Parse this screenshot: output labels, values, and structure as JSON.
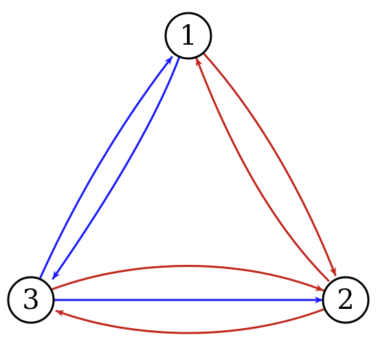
{
  "graph": {
    "nodes": [
      {
        "id": "1",
        "label": "1"
      },
      {
        "id": "2",
        "label": "2"
      },
      {
        "id": "3",
        "label": "3"
      }
    ],
    "edges": [
      {
        "id": "e-3-1",
        "from": "3",
        "to": "1",
        "color": "#1a1aff"
      },
      {
        "id": "e-1-3",
        "from": "1",
        "to": "3",
        "color": "#1a1aff"
      },
      {
        "id": "e-3-2-straight",
        "from": "3",
        "to": "2",
        "color": "#1a1aff"
      },
      {
        "id": "e-1-2",
        "from": "1",
        "to": "2",
        "color": "#c0281e"
      },
      {
        "id": "e-2-1",
        "from": "2",
        "to": "1",
        "color": "#c0281e"
      },
      {
        "id": "e-3-2-arc",
        "from": "3",
        "to": "2",
        "color": "#c0281e"
      },
      {
        "id": "e-2-3-arc",
        "from": "2",
        "to": "3",
        "color": "#c0281e"
      }
    ]
  }
}
